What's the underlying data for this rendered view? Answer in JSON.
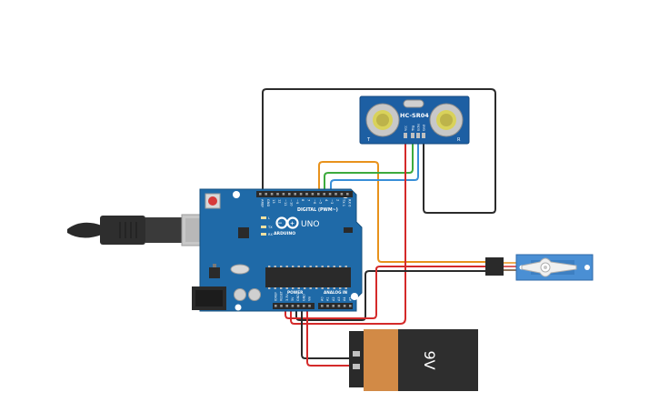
{
  "board": {
    "brand": "ARDUINO",
    "model": "UNO",
    "digital_header_label": "DIGITAL (PWM~)",
    "power_header_label": "POWER",
    "analog_header_label": "ANALOG IN",
    "led_labels": [
      "L",
      "TX",
      "RX"
    ],
    "digital_pin_labels": [
      "AREF",
      "GND",
      "13",
      "12",
      "~11",
      "~10",
      "~9",
      "8",
      "7",
      "~6",
      "~5",
      "4",
      "~3",
      "2",
      "TX 1",
      "RX 0"
    ],
    "power_pin_labels": [
      "IOREF",
      "RESET",
      "3.3V",
      "5V",
      "GND",
      "GND",
      "Vin"
    ],
    "analog_pin_labels": [
      "A0",
      "A1",
      "A2",
      "A3",
      "A4",
      "A5"
    ]
  },
  "sensor": {
    "model": "HC-SR04",
    "pin_labels": [
      "Vcc",
      "Trig",
      "Echo",
      "Gnd"
    ],
    "side_left": "T",
    "side_right": "R"
  },
  "battery": {
    "label": "9V"
  },
  "colors": {
    "board": "#1f6aa8",
    "board_dark": "#16548a",
    "sensor": "#1d5fa3",
    "servo": "#4a8fd4",
    "battery_body": "#2e2e2e",
    "battery_label": "#d28a46",
    "wire_black": "#2b2b2b",
    "wire_red": "#d42a2a",
    "wire_orange": "#e8921c",
    "wire_green": "#3daa3d",
    "wire_blue": "#3a8fd8"
  }
}
